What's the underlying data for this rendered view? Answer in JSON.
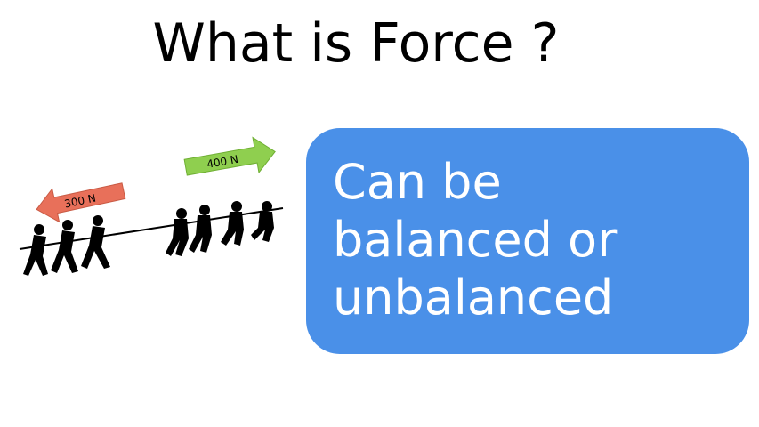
{
  "slide": {
    "title": "What is Force ?",
    "callout_lines": [
      "Can be",
      "balanced or",
      "unbalanced"
    ]
  },
  "illustration": {
    "left_arrow_label": "300 N",
    "right_arrow_label": "400 N",
    "left_arrow_color": "#e8705a",
    "right_arrow_color": "#8fcf4f"
  },
  "colors": {
    "callout_bg": "#4a90e8",
    "callout_text": "#ffffff",
    "title_text": "#000000"
  }
}
